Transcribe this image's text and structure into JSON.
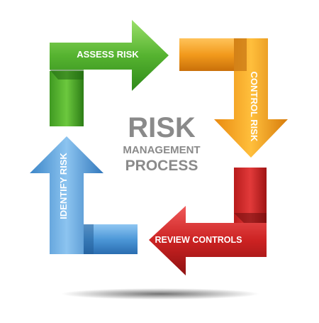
{
  "diagram": {
    "center": {
      "line1": "RISK",
      "line2": "MANAGEMENT",
      "line3": "PROCESS"
    },
    "steps": [
      {
        "id": "assess",
        "label": "ASSESS RISK",
        "color": "#5fb83a"
      },
      {
        "id": "control",
        "label": "CONTROL RISK",
        "color": "#f39c12"
      },
      {
        "id": "review",
        "label": "REVIEW CONTROLS",
        "color": "#d02a2a"
      },
      {
        "id": "identify",
        "label": "IDENTIFY RISK",
        "color": "#4a9ad8"
      }
    ]
  }
}
